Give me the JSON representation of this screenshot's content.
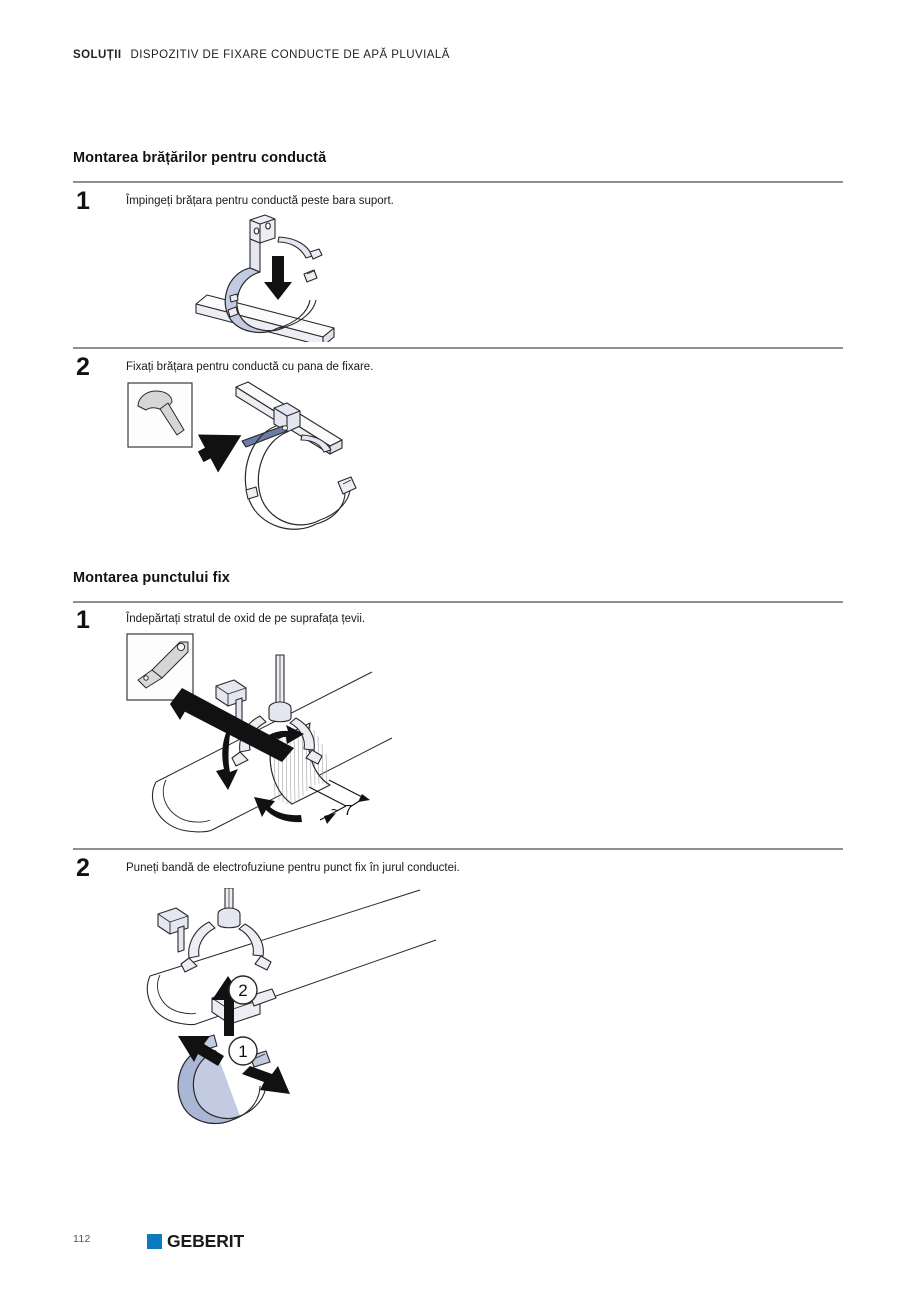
{
  "header": {
    "label": "SOLUȚII",
    "title": "DISPOZITIV DE FIXARE CONDUCTE DE APĂ PLUVIALĂ"
  },
  "sections": [
    {
      "heading": "Montarea brățărilor pentru conductă",
      "steps": [
        {
          "number": "1",
          "text": "Împingeți brățara pentru conductă peste bara suport.",
          "figure": "pipe-clamp-push-over-support-bar"
        },
        {
          "number": "2",
          "text": "Fixați brățara pentru conductă cu pana de fixare.",
          "figure": "pipe-clamp-secure-with-wedge",
          "tool_icon": "hammer-icon"
        }
      ]
    },
    {
      "heading": "Montarea punctului fix",
      "steps": [
        {
          "number": "1",
          "text": "Îndepărtați stratul de oxid de pe suprafața țevii.",
          "figure": "remove-oxide-layer-from-pipe",
          "tool_icon": "scraper-icon",
          "dimension_label": "~ 7"
        },
        {
          "number": "2",
          "text": "Puneți bandă de electrofuziune pentru punct fix în jurul conductei.",
          "figure": "electrofusion-band-around-pipe",
          "callouts": [
            "1",
            "2"
          ]
        }
      ]
    }
  ],
  "footer": {
    "page_number": "112",
    "brand_name": "GEBERIT"
  },
  "colors": {
    "brand_blue": "#0c7ac0",
    "illustration_blue": "#b8c2de",
    "illustration_grey": "#d8d8d8",
    "rule_grey": "#8f8f8f",
    "text": "#1a1a1a"
  }
}
